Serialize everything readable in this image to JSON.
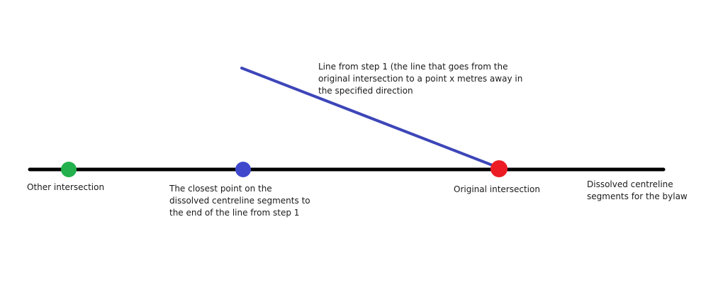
{
  "colors": {
    "background": "#ffffff",
    "centreline": "#000000",
    "step1_line": "#3d46b8",
    "other_intersection": "#22b14c",
    "closest_point": "#3f48cc",
    "original_intersection": "#ed1c24",
    "text": "#1a1a1a"
  },
  "labels": {
    "other_intersection": [
      "Other intersection"
    ],
    "closest_point": [
      "The closest point on the",
      "dissolved centreline segments to",
      "the end of the line from step 1"
    ],
    "original_intersection": [
      "Original intersection"
    ],
    "dissolved_segments": [
      "Dissolved centreline",
      "segments for the bylaw"
    ],
    "step1_line": [
      "Line from step 1 (the line that goes from the",
      "original intersection to a point x metres away in",
      "the specified direction"
    ]
  }
}
